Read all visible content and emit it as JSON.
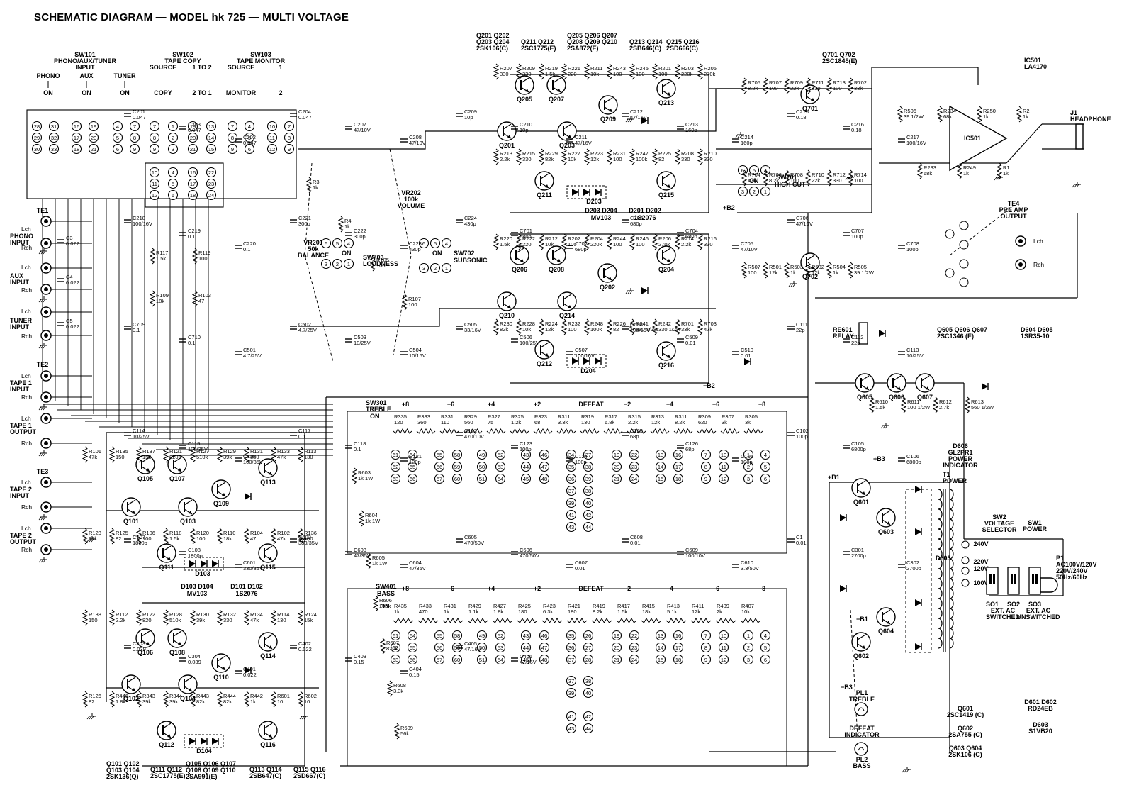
{
  "title": "SCHEMATIC DIAGRAM — MODEL hk 725 — MULTI VOLTAGE",
  "switches": {
    "sw101": {
      "name": "SW101",
      "desc": "PHONO/AUX/TUNER",
      "sub": "INPUT",
      "opts": [
        "PHONO",
        "AUX",
        "TUNER"
      ],
      "state": [
        "ON",
        "ON",
        "ON"
      ]
    },
    "sw102": {
      "name": "SW102",
      "desc": "TAPE COPY",
      "h1": "SOURCE",
      "h2": "1 TO 2",
      "o1": "COPY",
      "o2": "2 TO 1"
    },
    "sw103": {
      "name": "SW103",
      "desc": "TAPE MONITOR",
      "h1": "SOURCE",
      "h2": "1",
      "o1": "MONITOR",
      "o2": "2"
    }
  },
  "terminals": [
    {
      "id": "TE1",
      "labels": [
        "Lch",
        "PHONO INPUT",
        "Rch",
        "AUX INPUT",
        "Lch",
        "Rch",
        "TUNER INPUT",
        "Lch",
        "Rch"
      ]
    },
    {
      "id": "TE2",
      "labels": [
        "Lch",
        "TAPE 1 INPUT",
        "Rch",
        "Lch",
        "TAPE 1 OUTPUT",
        "Rch"
      ]
    },
    {
      "id": "TE3",
      "labels": [
        "Lch",
        "TAPE 2 INPUT",
        "Rch",
        "Lch",
        "TAPE 2 OUTPUT",
        "Rch"
      ]
    }
  ],
  "caps_in": [
    "C3 0.022",
    "C4 0.022",
    "C5 0.022"
  ],
  "transistor_groups": [
    {
      "ids": "Q201 Q202\nQ203 Q204",
      "type": "2SK106(C)"
    },
    {
      "ids": "Q211 Q212",
      "type": "2SC1775(E)"
    },
    {
      "ids": "Q205 Q206 Q207\nQ208 Q209 Q210",
      "type": "2SA872(E)"
    },
    {
      "ids": "Q213 Q214",
      "type": "2SB646(C)"
    },
    {
      "ids": "Q215 Q216",
      "type": "2SD666(C)"
    },
    {
      "ids": "Q701 Q702",
      "type": "2SC1845(E)"
    }
  ],
  "ic": {
    "ref": "IC501",
    "part": "LA4170",
    "body": "IC501"
  },
  "headphone": {
    "ref": "J1",
    "label": "HEADPHONE"
  },
  "te4": {
    "ref": "TE4",
    "l1": "PRE AMP",
    "l2": "OUTPUT",
    "lch": "Lch",
    "rch": "Rch"
  },
  "controls": {
    "vr202": [
      "VR202",
      "100k",
      "VOLUME"
    ],
    "vr201": [
      "VR201",
      "50k",
      "BALANCE"
    ],
    "sw703": [
      "SW703",
      "LOUDNESS",
      "ON"
    ],
    "sw702": [
      "SW702",
      "SUBSONIC",
      "ON"
    ],
    "sw701": [
      "SW701",
      "HIGH CUT",
      "ON"
    ],
    "sw301": [
      "SW301",
      "TREBLE",
      "ON"
    ],
    "sw401": [
      "SW401",
      "BASS",
      "ON"
    ]
  },
  "diodes_top": [
    "D203 D204",
    "MV103",
    "D201 D202",
    "1S2076"
  ],
  "diodes_mid": [
    "D103 D104",
    "MV103",
    "D101 D102",
    "1S2076"
  ],
  "tone_steps": [
    "+8",
    "+6",
    "+4",
    "+2",
    "DEFEAT",
    "−2",
    "−4",
    "−6",
    "−8"
  ],
  "relay": {
    "ref": "RE601",
    "label": "RELAY"
  },
  "relay_parts": [
    {
      "ids": "Q605 Q606 Q607",
      "type": "2SC1346 (E)"
    },
    {
      "ids": "D604 D605",
      "type": "1SR35-10"
    }
  ],
  "power_indicator": [
    "D606",
    "GL2PR1",
    "POWER",
    "INDICATOR"
  ],
  "transformer": [
    "T1",
    "POWER"
  ],
  "voltage_selector": [
    "SW2",
    "VOLTAGE",
    "SELECTOR",
    "240V",
    "220V",
    "120V",
    "100V"
  ],
  "power_switch": [
    "SW1",
    "POWER"
  ],
  "plug": [
    "P1",
    "AC100V/120V",
    "220V/240V",
    "50Hz/60Hz"
  ],
  "outlets": [
    "SO1",
    "SO2",
    "SO3",
    "EXT. AC",
    "SWITCHED",
    "EXT. AC",
    "UNSWITCHED"
  ],
  "lamps": [
    {
      "ref": "PL1",
      "name": "TREBLE"
    },
    {
      "ref": "DEFEAT",
      "name": "INDICATOR"
    },
    {
      "ref": "PL2",
      "name": "BASS"
    }
  ],
  "rails": [
    "+B1",
    "+B2",
    "+B3",
    "−B1",
    "−B2",
    "−B3"
  ],
  "parts_bottom_left": [
    {
      "ids": "Q101 Q102\nQ103 Q104",
      "type": "2SK136(Q)"
    },
    {
      "ids": "Q111 Q112",
      "type": "2SC1775(E)"
    },
    {
      "ids": "Q105 Q106 Q107\nQ108 Q109 Q110",
      "type": "2SA991(E)"
    },
    {
      "ids": "Q113 Q114",
      "type": "2SB647(C)"
    },
    {
      "ids": "Q115 Q116",
      "type": "2SD667(C)"
    }
  ],
  "parts_bottom_right": [
    {
      "ids": "Q601",
      "type": "2SC1419 (C)"
    },
    {
      "ids": "Q602",
      "type": "2SA755 (C)"
    },
    {
      "ids": "Q603 Q604",
      "type": "2SK106 (C)"
    },
    {
      "ids": "D601 D602",
      "type": "RD24EB"
    },
    {
      "ids": "D603",
      "type": "S1VB20"
    }
  ],
  "q_labels": [
    "Q205",
    "Q207",
    "Q201",
    "Q203",
    "Q209",
    "Q213",
    "Q211",
    "Q215",
    "Q206",
    "Q208",
    "Q202",
    "Q204",
    "Q210",
    "Q214",
    "Q212",
    "Q216",
    "Q701",
    "Q702",
    "Q105",
    "Q107",
    "Q101",
    "Q103",
    "Q109",
    "Q113",
    "Q111",
    "Q115",
    "Q106",
    "Q108",
    "Q102",
    "Q104",
    "Q110",
    "Q114",
    "Q112",
    "Q116",
    "Q601",
    "Q602",
    "Q603",
    "Q604",
    "Q605",
    "Q606",
    "Q607"
  ],
  "r_labels": [
    "R207 330",
    "R209 330",
    "R219 1.5k",
    "R221 220",
    "R211 10k",
    "R243 100",
    "R245 100",
    "R201 100",
    "R203 220k",
    "R205 270k",
    "R213 2.2k",
    "R215 330",
    "R229 82k",
    "R227 10k",
    "R223 12k",
    "R231 100",
    "R247 100k",
    "R225 82",
    "R208 330",
    "R210 330",
    "R220 1.5k",
    "R222 220",
    "R212 10k",
    "R202 100",
    "R204 220k",
    "R244 100",
    "R246 100",
    "R206 270k",
    "R214 2.2k",
    "R216 330",
    "R230 82k",
    "R228 10k",
    "R224 12k",
    "R232 100",
    "R248 100k",
    "R226 82",
    "R241 330 1/2W",
    "R242 330 1/2W",
    "R701 33k",
    "R703 47k",
    "R705 8.2k",
    "R707 100",
    "R709 22k",
    "R711 330",
    "R713 100",
    "R702 33k",
    "R704 47k",
    "R706 8.2k",
    "R708 100",
    "R710 22k",
    "R712 330",
    "R714 100",
    "R507 100",
    "R501 12k",
    "R503 1k",
    "R502 12k",
    "R504 1k",
    "R505 39 1/2W",
    "R506 39 1/2W",
    "R233 68k",
    "R234 68k",
    "R249 1k",
    "R250 1k",
    "R1 1k",
    "R2 1k",
    "R3 1k",
    "R4 1k",
    "R105 100",
    "R107 100",
    "R117 1.5k",
    "R119 100",
    "R109 18k",
    "R103 47",
    "R101 47k",
    "R135 150",
    "R137 150",
    "R121 820",
    "R127 510k",
    "R129 39k",
    "R131 330",
    "R133 47k",
    "R113 130",
    "R123 15k",
    "R125 82",
    "R106 100",
    "R118 1.5k",
    "R120 100",
    "R110 18k",
    "R104 47",
    "R102 47k",
    "R136 150",
    "R138 150",
    "R112 2.2k",
    "R122 820",
    "R128 510k",
    "R130 39k",
    "R132 330",
    "R134 47k",
    "R114 130",
    "R124 15k",
    "R126 82",
    "R446 1.8k",
    "R343 39k",
    "R344 39k",
    "R443 82k",
    "R444 82k",
    "R442 1k",
    "R601 10",
    "R602 10",
    "R603 1k 1W",
    "R604 1k 1W",
    "R605 1k 1W",
    "R606 100k",
    "R607 820k",
    "R608 3.3k",
    "R609 56k",
    "R610 1.5k",
    "R611 100 1/2W",
    "R612 2.7k",
    "R613 560 1/2W"
  ],
  "c_labels": [
    "C201 0.047",
    "C203 0.047",
    "C202 0.047",
    "C204 0.047",
    "C207 47/10V",
    "C208 47/10V",
    "C209 10p",
    "C210 10p",
    "C211 47/16V",
    "C212 47/16V",
    "C213 160p",
    "C214 160p",
    "C215 0.18",
    "C216 0.18",
    "C217 100/16V",
    "C218 100/16V",
    "C219 0.1",
    "C220 0.1",
    "C221 300p",
    "C222 300p",
    "C223 430p",
    "C224 430p",
    "C701 680p",
    "C702 680p",
    "C703 680p",
    "C704 680p",
    "C705 47/10V",
    "C706 47/10V",
    "C707 100p",
    "C708 100p",
    "C709 0.1",
    "C710 0.1",
    "C501 4.7/25V",
    "C502 4.7/25V",
    "C503 10/25V",
    "C504 10/16V",
    "C505 33/16V",
    "C506 100/25V",
    "C507 100/16V",
    "C508 100/16V",
    "C509 0.01",
    "C510 0.01",
    "C111 22p",
    "C112 22p",
    "C113 10/25V",
    "C114 10/25V",
    "C115 100/35V",
    "C116 100/35V",
    "C117 0.1",
    "C118 0.1",
    "C121 120p",
    "C122 470/10V",
    "C123 100p",
    "C124 100p",
    "C125 68p",
    "C126 68p",
    "C101 100p",
    "C102 100p",
    "C105 6800p",
    "C106 6800p",
    "C107 1800p",
    "C108 1800p",
    "C601 330/35V",
    "C602 330/35V",
    "C603 47/35V",
    "C604 47/35V",
    "C605 470/50V",
    "C606 470/50V",
    "C607 0.01",
    "C608 0.01",
    "C609 100/10V",
    "C610 3.3/50V",
    "C1 0.01",
    "C301 2700p",
    "C302 2700p",
    "C303 0.039",
    "C304 0.039",
    "C401 0.022",
    "C402 0.022",
    "C403 0.15",
    "C404 0.15",
    "C405 47/16V",
    "C406 47/16V"
  ],
  "tone_r_top": [
    "R335 120",
    "R333 360",
    "R331 110",
    "R329 560",
    "R327 75",
    "R325 1.2k",
    "R323 68",
    "R311 3.3k",
    "R319 130",
    "R317 6.8k",
    "R315 2.2k",
    "R313 12k",
    "R311 8.2k",
    "R309 620",
    "R307 3k",
    "R305 3k"
  ],
  "tone_r_bass": [
    "R435 1k",
    "R433 470",
    "R431 1k",
    "R429 1.1k",
    "R427 1.8k",
    "R425 180",
    "R423 6.3k",
    "R421 180",
    "R419 8.2k",
    "R417 1.5k",
    "R415 18k",
    "R413 5.1k",
    "R411 12k",
    "R409 2k",
    "R407 10k"
  ]
}
